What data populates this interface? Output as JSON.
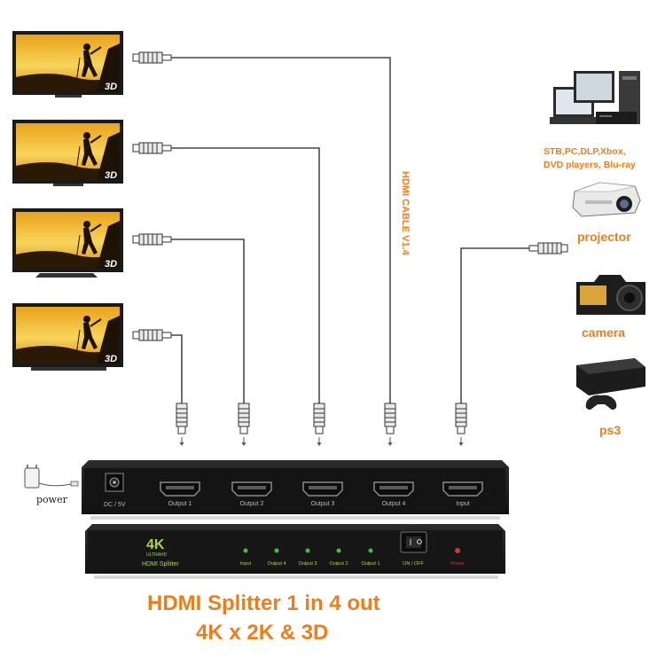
{
  "cable_label": "HDMI CABLE  V1.4",
  "sources": [
    {
      "label": "STB,PC,DLP,Xbox,",
      "label2": "DVD players, Blu-ray",
      "icon": "computer-icon"
    },
    {
      "label": "projector",
      "icon": "projector-icon"
    },
    {
      "label": "camera",
      "icon": "camera-icon"
    },
    {
      "label": "ps3",
      "icon": "game-console-icon"
    }
  ],
  "power_label": "power",
  "tv_badge": "3D",
  "back_panel": {
    "dc_label": "DC / 5V",
    "ports": [
      "Output 1",
      "Output 2",
      "Output 3",
      "Output 4",
      "Input"
    ]
  },
  "front_panel": {
    "logo_big": "4K",
    "logo_small": "ULTRAHD",
    "product": "HDMI Splitter",
    "leds": [
      "Input",
      "Output 4",
      "Output 3",
      "Output 2",
      "Output 1"
    ],
    "switch_label": "ON / OFF",
    "power_led_label": "Power"
  },
  "title_line1": "HDMI Splitter 1 in 4 out",
  "title_line2": "4K x 2K & 3D",
  "colors": {
    "accent": "#ef7d1a",
    "device": "#1c1c1c",
    "led": "#37c04a",
    "panel_text": "#a9d44e"
  }
}
